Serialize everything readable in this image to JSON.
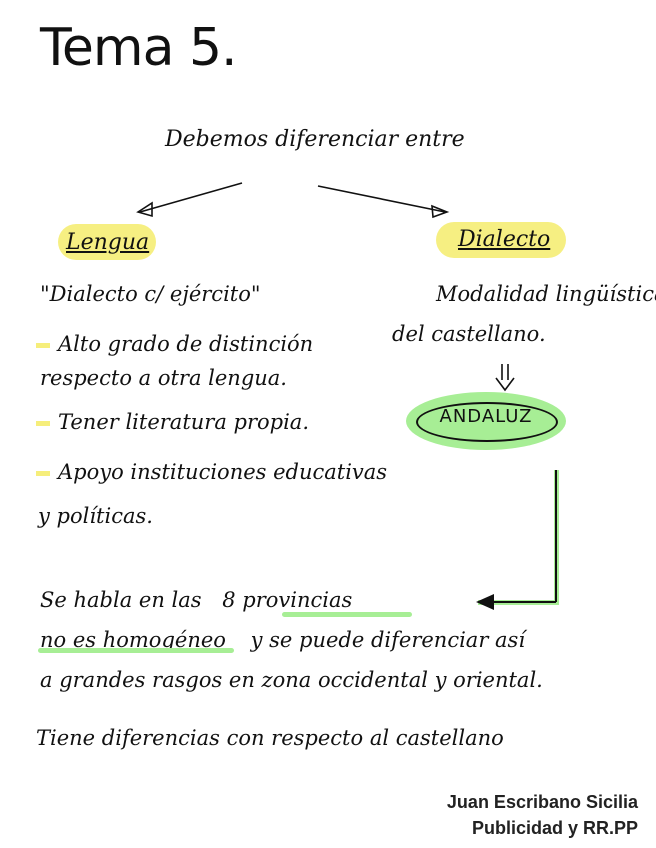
{
  "title": "Tema 5.",
  "intro": "Debemos diferenciar entre",
  "lengua": {
    "label": "Lengua",
    "quote": "\"Dialecto c/ ejército\"",
    "item1_line1": "Alto grado de distinción",
    "item1_line2": "respecto a otra lengua.",
    "item2": "Tener literatura propia.",
    "item3_line1": "Apoyo instituciones educativas",
    "item3_line2": "y políticas."
  },
  "dialecto": {
    "label": "Dialecto",
    "line1": "Modalidad lingüística",
    "line2": "del castellano.",
    "example": "ANDALUZ"
  },
  "body": {
    "line1_a": "Se habla en las",
    "line1_b": "8 provincias",
    "line2_a": "no es homogéneo",
    "line2_b": "y se puede diferenciar así",
    "line3": "a grandes rasgos en zona occidental y oriental.",
    "line4": "Tiene diferencias con respecto al castellano"
  },
  "footer": {
    "author": "Juan Escribano Sicilia",
    "course": "Publicidad y RR.PP"
  },
  "colors": {
    "highlight_yellow": "#f6ee7b",
    "highlight_green": "#a7ee95",
    "ink": "#111111"
  }
}
